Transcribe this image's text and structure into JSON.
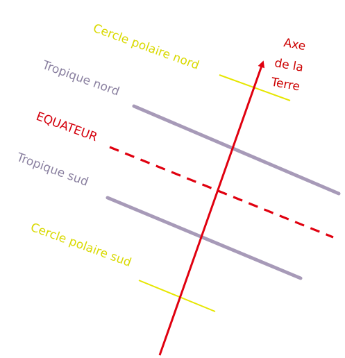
{
  "axis": {
    "label_lines": [
      "Axe",
      "de la",
      "Terre"
    ],
    "color": "#e0000f"
  },
  "lines": {
    "arctic_circle": {
      "label": "Cercle polaire nord",
      "color": "#e6e600",
      "text_color": "#d9d900"
    },
    "tropic_north": {
      "label": "Tropique nord",
      "color": "#a79ab8",
      "text_color": "#8a80a0"
    },
    "equator": {
      "label": "EQUATEUR",
      "color": "#e0000f",
      "text_color": "#d4000c"
    },
    "tropic_south": {
      "label": "Tropique sud",
      "color": "#a79ab8",
      "text_color": "#8a80a0"
    },
    "antarctic_circle": {
      "label": "Cercle polaire sud",
      "color": "#e6e600",
      "text_color": "#d9d900"
    }
  }
}
